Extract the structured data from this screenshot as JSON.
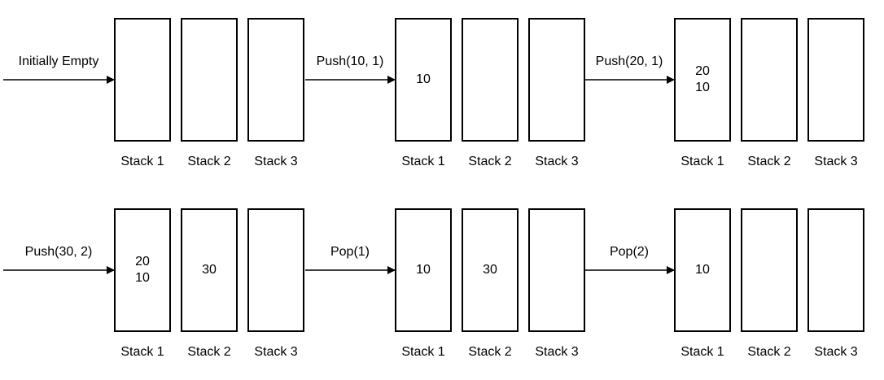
{
  "stack_labels": [
    "Stack 1",
    "Stack 2",
    "Stack 3"
  ],
  "steps": [
    {
      "operation": "Initially Empty",
      "stacks": [
        [],
        [],
        []
      ]
    },
    {
      "operation": "Push(10, 1)",
      "stacks": [
        [
          "10"
        ],
        [],
        []
      ]
    },
    {
      "operation": "Push(20, 1)",
      "stacks": [
        [
          "20",
          "10"
        ],
        [],
        []
      ]
    },
    {
      "operation": "Push(30, 2)",
      "stacks": [
        [
          "20",
          "10"
        ],
        [
          "30"
        ],
        []
      ]
    },
    {
      "operation": "Pop(1)",
      "stacks": [
        [
          "10"
        ],
        [
          "30"
        ],
        []
      ]
    },
    {
      "operation": "Pop(2)",
      "stacks": [
        [
          "10"
        ],
        [],
        []
      ]
    }
  ]
}
